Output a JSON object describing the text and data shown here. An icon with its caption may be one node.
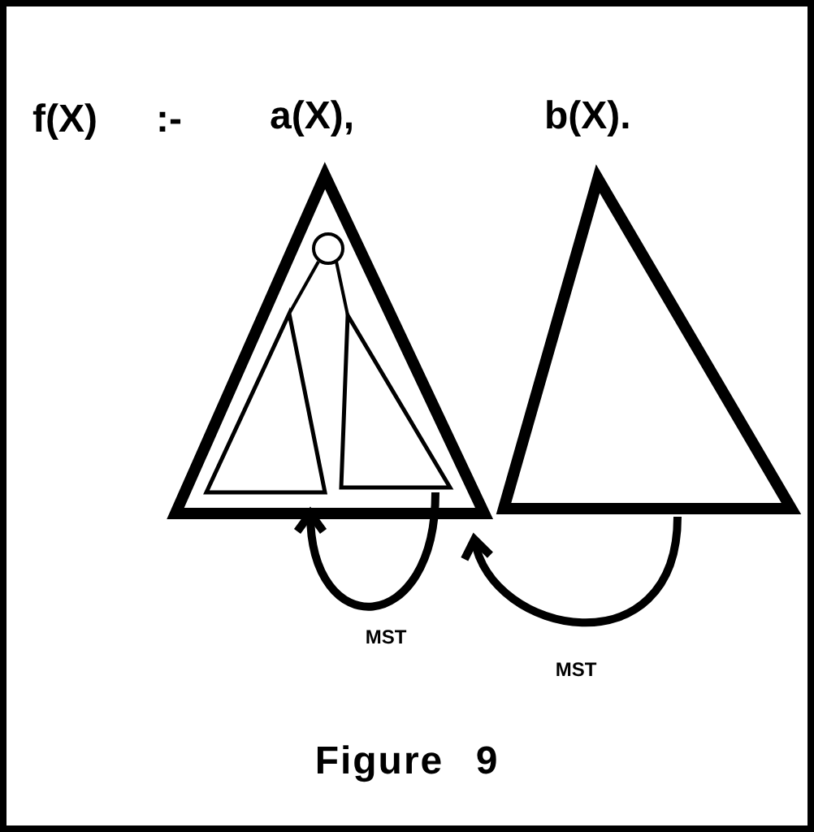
{
  "diagram": {
    "caption": "Figure 9",
    "nodes": [
      {
        "text": [
          "a(X),"
        ]
      },
      {
        "text": [],
        "shape": "circle",
        "in": 0
      },
      {
        "text": [],
        "shape": "triangle",
        "in": 0
      },
      {
        "text": [],
        "shape": "triangle",
        "in": 0
      },
      {
        "text": [
          "b(X)."
        ]
      }
    ],
    "edges": [
      {
        "from": 1,
        "to": 2,
        "arrow": "none"
      },
      {
        "from": 1,
        "to": 3,
        "arrow": "none"
      },
      {
        "from": 3,
        "to": 2,
        "arrow": "to",
        "label": "MST",
        "style": "thick"
      },
      {
        "from": 4,
        "to": 0,
        "arrow": "to",
        "label": "MST",
        "style": "thick"
      }
    ],
    "labels": [
      "f(X)",
      ":-"
    ]
  }
}
